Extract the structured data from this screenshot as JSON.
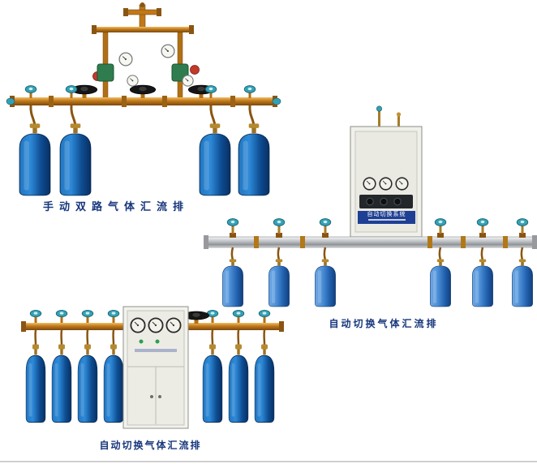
{
  "page": {
    "background": "#ffffff"
  },
  "figures": {
    "manual_dual": {
      "caption": "手动双路气体汇流排"
    },
    "auto_switch_wall": {
      "caption": "自动切换气体汇流排",
      "cabinet_label": "自动切换系统"
    },
    "auto_switch_cabinet": {
      "caption": "自动切换气体汇流排"
    }
  },
  "colors": {
    "caption_text": "#17367c",
    "brass_pipe": "#c07818",
    "aluminum_pipe": "#c2c5c8",
    "cylinder_blue_dark": "#0e4d92",
    "cylinder_blue_mid": "#2262b0",
    "handwheel_teal": "#35a0b4",
    "handwheel_black": "#151515",
    "nameplate_blue": "#1e3f94"
  }
}
